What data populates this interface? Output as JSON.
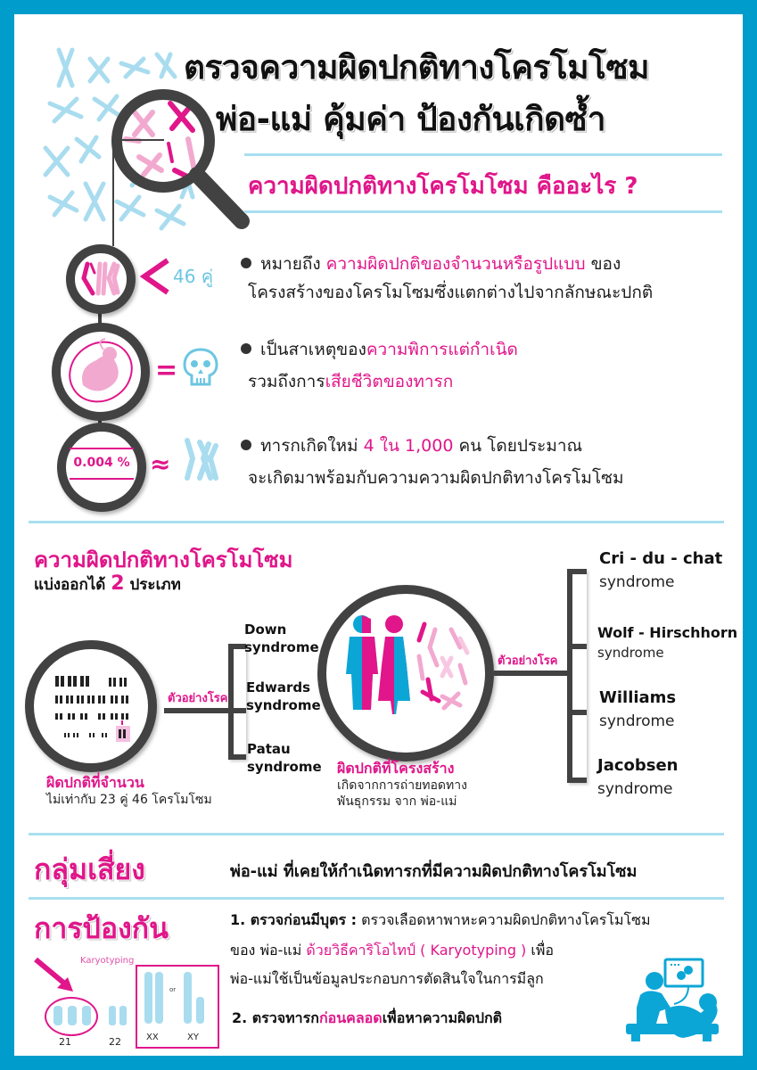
{
  "colors": {
    "frame": "#009ccb",
    "accent_pink": "#e0168a",
    "accent_blue": "#6cc6e2",
    "ring_gray": "#424242",
    "divider": "#a8dff0"
  },
  "header": {
    "title_line1": "ตรวจความผิดปกติทางโครโมโซม",
    "title_line2": "พ่อ-แม่ คุ้มค่า ป้องกันเกิดซ้ำ",
    "question": "ความผิดปกติทางโครโมโซม คืออะไร ?"
  },
  "definition": {
    "items": [
      {
        "icon": "chromosome-pair-icon",
        "symbol": "<",
        "symbol_note": "46 คู่",
        "lead": "หมายถึง ",
        "highlight": "ความผิดปกติของจำนวนหรือรูปแบบ",
        "tail": " ของ",
        "line2": "โครงสร้างของโครโมโซมซึ่งแตกต่างไปจากลักษณะปกติ"
      },
      {
        "icon": "fetus-icon",
        "symbol": "=",
        "symbol_icon": "skull-icon",
        "lead": "เป็นสาเหตุของ",
        "highlight": "ความพิการแต่กำเนิด",
        "line2_lead": "รวมถึงการ",
        "line2_highlight": "เสียชีวิตของทารก"
      },
      {
        "icon_text": "0.004 %",
        "symbol": "≈",
        "symbol_icon": "chromosome-icon",
        "lead": "ทารกเกิดใหม่ ",
        "highlight": "4 ใน 1,000",
        "tail": " คน โดยประมาณ",
        "line2": "จะเกิดมาพร้อมกับความความผิดปกติทางโครโมโซม"
      }
    ]
  },
  "types": {
    "heading": "ความผิดปกติทางโครโมโซม",
    "sub_lead": "แบ่งออกได้ ",
    "sub_num": "2",
    "sub_tail": " ประเภท",
    "numerical": {
      "example_label": "ตัวอย่างโรค",
      "caption_title": "ผิดปกติที่จำนวน",
      "caption_text": "ไม่เท่ากับ 23 คู่ 46 โครโมโซม",
      "syndromes": [
        {
          "name": "Down",
          "suffix": "syndrome"
        },
        {
          "name": "Edwards",
          "suffix": "syndrome"
        },
        {
          "name": "Patau",
          "suffix": "syndrome"
        }
      ]
    },
    "structural": {
      "example_label": "ตัวอย่างโรค",
      "caption_title": "ผิดปกติที่โครงสร้าง",
      "caption_line1": "เกิดจากการถ่ายทอดทาง",
      "caption_line2": "พันธุกรรม จาก พ่อ-แม่",
      "syndromes": [
        {
          "name": "Cri - du - chat",
          "suffix": "syndrome"
        },
        {
          "name": "Wolf - Hirschhorn",
          "suffix": "syndrome"
        },
        {
          "name": "Williams",
          "suffix": "syndrome"
        },
        {
          "name": "Jacobsen",
          "suffix": "syndrome"
        }
      ]
    }
  },
  "risk": {
    "label": "กลุ่มเสี่ยง",
    "text": "พ่อ-แม่ ที่เคยให้กำเนิดทารกที่มีความผิดปกติทางโครโมโซม"
  },
  "prevention": {
    "label": "การป้องกัน",
    "karyotype": {
      "title": "Karyotyping",
      "labels": [
        "21",
        "22",
        "XX",
        "or",
        "XY"
      ]
    },
    "step1": {
      "bold": "1. ตรวจก่อนมีบุตร :",
      "text1": " ตรวจเลือดหาพาหะความผิดปกติทางโครโมโซม",
      "line2_lead": "ของ พ่อ-แม่  ",
      "line2_highlight": "ด้วยวิธีคาริโอไทป์ ( Karyotyping )",
      "line2_tail": " เพื่อ",
      "line3": "พ่อ-แม่ใช้เป็นข้อมูลประกอบการตัดสินใจในการมีลูก"
    },
    "step2": {
      "lead": "2. ตรวจทารก",
      "highlight": "ก่อนคลอด",
      "tail": "เพื่อหาความผิดปกติ"
    }
  }
}
